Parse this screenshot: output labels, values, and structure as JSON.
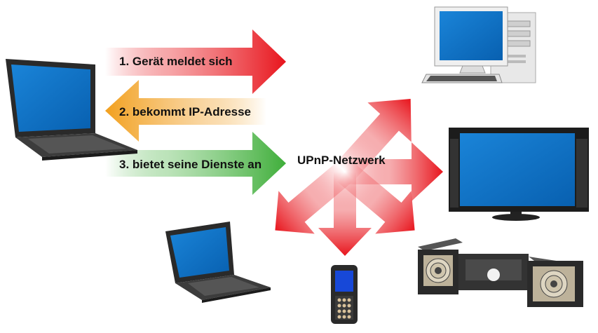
{
  "steps": [
    {
      "label": "1. Gerät meldet sich",
      "color": "#e8141c"
    },
    {
      "label": "2. bekommt IP-Adresse",
      "color": "#f2a01e"
    },
    {
      "label": "3. bietet seine Dienste an",
      "color": "#3fae3a"
    }
  ],
  "hub": {
    "label": "UPnP-Netzwerk",
    "color": "#e8141c"
  },
  "devices": [
    {
      "name": "laptop",
      "icon": "laptop-icon"
    },
    {
      "name": "desktop-pc",
      "icon": "desktop-computer-icon"
    },
    {
      "name": "flat-screen-tv",
      "icon": "tv-icon"
    },
    {
      "name": "second-laptop",
      "icon": "laptop-icon"
    },
    {
      "name": "mobile-phone",
      "icon": "mobile-phone-icon"
    },
    {
      "name": "stereo-system",
      "icon": "speaker-icon"
    }
  ],
  "colors": {
    "screen": "#0b6fc6",
    "red": "#e8141c",
    "orange": "#f2a01e",
    "green": "#3fae3a"
  }
}
